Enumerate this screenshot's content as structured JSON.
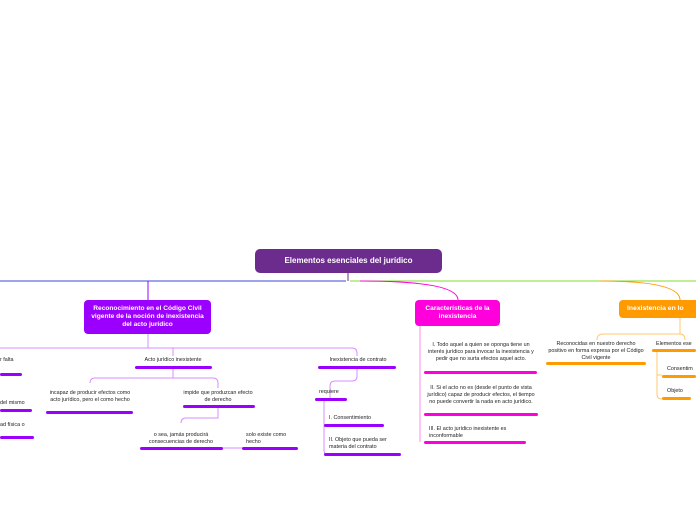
{
  "colors": {
    "root": "#6b2c8e",
    "purple_branch": "#9b00ff",
    "magenta_branch": "#ff00dd",
    "orange_branch": "#ff9a00",
    "green_line": "#7fdc2a",
    "blue_line": "#3b4ad8",
    "purple_light": "#d88cff",
    "magenta_light": "#ff8be8",
    "orange_light": "#ffc870"
  },
  "root": {
    "label": "Elementos esenciales del jurídico"
  },
  "branches": [
    {
      "label": "Reconocimiento en el Código Civil vigente de la noción de inexistencia del acto jurídico"
    },
    {
      "label": "Características de la inexistencia"
    },
    {
      "label": "Inexistencia en lo"
    }
  ],
  "purple": {
    "falta": "r falta",
    "acto_inexistente": "Acto jurídico inexistente",
    "incapaz": "incapaz de producir efectos como acto jurídico, pero el como hecho",
    "impide": "impide que produzcan efecto de derecho",
    "jamas": "o sea, jamás producirá consecuencias de derecho",
    "solo_hecho": "solo existe como hecho",
    "del_mismo": "del mismo",
    "fisica": "ad física o",
    "inex_contrato": "Inexistencia de contrato",
    "requiere": "requiere",
    "consentimiento": "I. Consentimiento",
    "objeto": "II. Objeto que pueda ser materia del contrato"
  },
  "magenta": {
    "i": "I. Todo aquel a quien se oponga tiene un interés jurídico para invocar la inexistencia y pedir que no surta efectos aquel acto.",
    "ii": "II. Si el acto no es (desde el punto de vista jurídico) capaz de producir efectos, el tiempo no puede convertir la nada en acto jurídico.",
    "iii": "III. El acto jurídico inexistente es inconformable"
  },
  "orange": {
    "reconocidas": "Reconocidas en nuestro derecho positivo en forma expresa por el Código Civil vigente",
    "elementos": "Elementos ese",
    "consentim": "Consentim",
    "objeto": "Objeto"
  }
}
